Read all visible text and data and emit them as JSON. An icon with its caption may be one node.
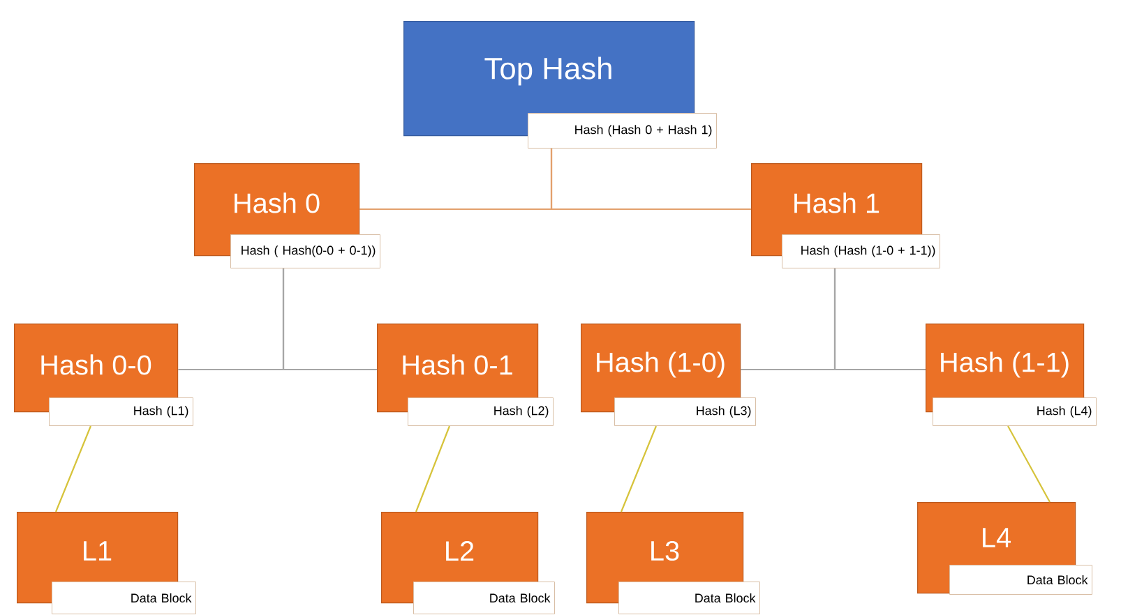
{
  "diagram": {
    "nodes": [
      {
        "text": [
          "Top Hash",
          "Hash (Hash 0 + Hash 1)"
        ]
      },
      {
        "text": [
          "Hash 0",
          "Hash ( Hash(0-0 + 0-1))"
        ]
      },
      {
        "text": [
          "Hash 1",
          "Hash (Hash (1-0 + 1-1))"
        ]
      },
      {
        "text": [
          "Hash 0-0",
          "Hash (L1)"
        ]
      },
      {
        "text": [
          "Hash 0-1",
          "Hash (L2)"
        ]
      },
      {
        "text": [
          "Hash (1-0)",
          "Hash (L3)"
        ]
      },
      {
        "text": [
          "Hash (1-1)",
          "Hash (L4)"
        ]
      },
      {
        "text": [
          "L1",
          "Data Block"
        ]
      },
      {
        "text": [
          "L2",
          "Data Block"
        ]
      },
      {
        "text": [
          "L3",
          "Data Block"
        ]
      },
      {
        "text": [
          "L4",
          "Data Block"
        ]
      }
    ],
    "edges": [
      {
        "from": 0,
        "to": 1,
        "arrow": "none",
        "color": "#e3a06c"
      },
      {
        "from": 0,
        "to": 2,
        "arrow": "none",
        "color": "#e3a06c"
      },
      {
        "from": 1,
        "to": 3,
        "arrow": "none",
        "color": "#a6a6a6"
      },
      {
        "from": 1,
        "to": 4,
        "arrow": "none",
        "color": "#a6a6a6"
      },
      {
        "from": 2,
        "to": 5,
        "arrow": "none",
        "color": "#a6a6a6"
      },
      {
        "from": 2,
        "to": 6,
        "arrow": "none",
        "color": "#a6a6a6"
      },
      {
        "from": 3,
        "to": 7,
        "arrow": "none",
        "color": "#d6c33a"
      },
      {
        "from": 4,
        "to": 8,
        "arrow": "none",
        "color": "#d6c33a"
      },
      {
        "from": 5,
        "to": 9,
        "arrow": "none",
        "color": "#d6c33a"
      },
      {
        "from": 6,
        "to": 10,
        "arrow": "none",
        "color": "#d6c33a"
      }
    ]
  }
}
